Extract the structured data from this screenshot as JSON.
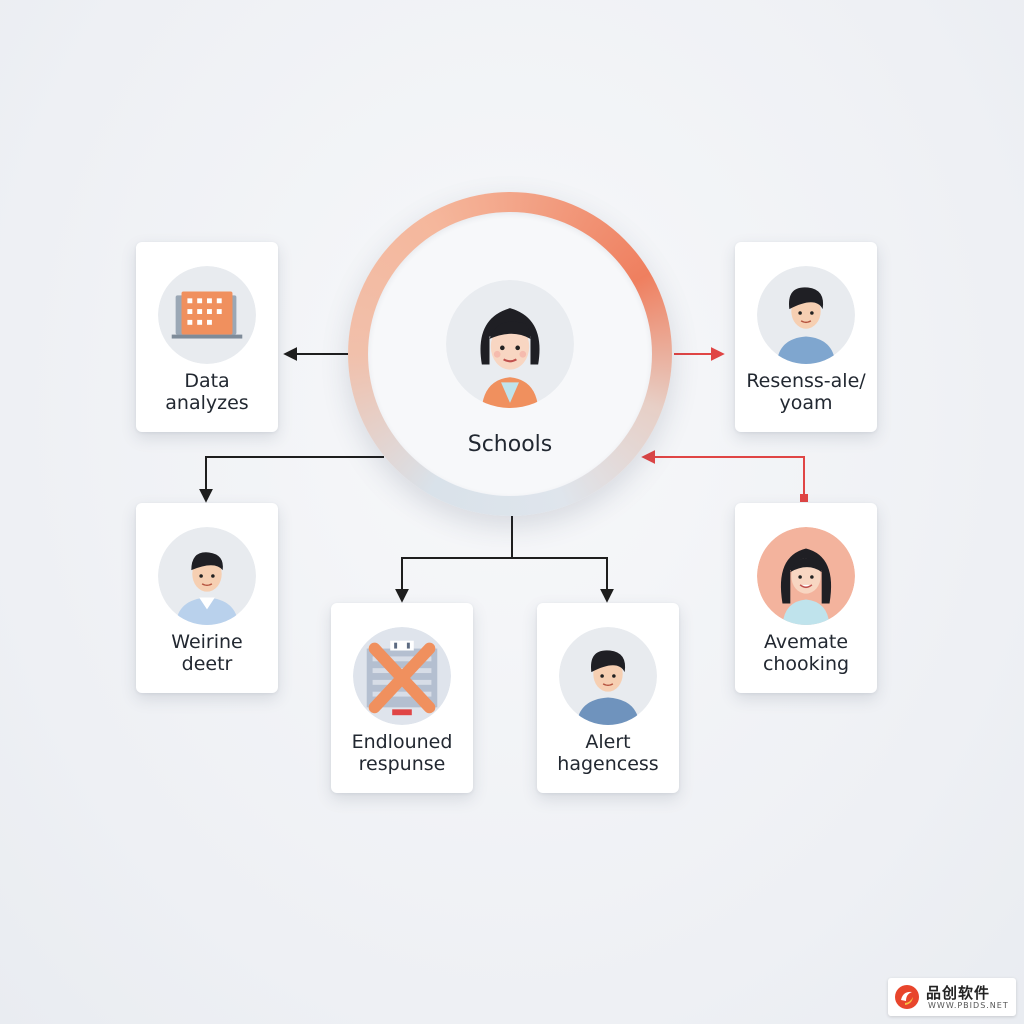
{
  "hub": {
    "label": "Schools"
  },
  "nodes": {
    "data_analyzes": {
      "line1": "Data",
      "line2": "analyzes",
      "icon": "calendar-grid-icon"
    },
    "weirine_deetr": {
      "line1": "Weirine",
      "line2": "deetr",
      "icon": "man-avatar-icon"
    },
    "endlouned_respunse": {
      "line1": "Endlouned",
      "line2": "respunse",
      "icon": "crossed-building-icon"
    },
    "alert_hagencess": {
      "line1": "Alert",
      "line2": "hagencess",
      "icon": "man-avatar-icon"
    },
    "resenss_ale_yoam": {
      "line1": "Resenss-ale/",
      "line2": "yoam",
      "icon": "man-avatar-icon"
    },
    "avemate_chooking": {
      "line1": "Avemate",
      "line2": "chooking",
      "icon": "woman-avatar-icon"
    }
  },
  "colors": {
    "accent_orange": "#ef7f5f",
    "arrow_red": "#e04545",
    "arrow_dark": "#1e1e1e",
    "card_bg": "#ffffff",
    "avatar_bg": "#e8ebef"
  },
  "watermark": {
    "name": "品创软件",
    "sub": "WWW.PBIDS.NET"
  }
}
